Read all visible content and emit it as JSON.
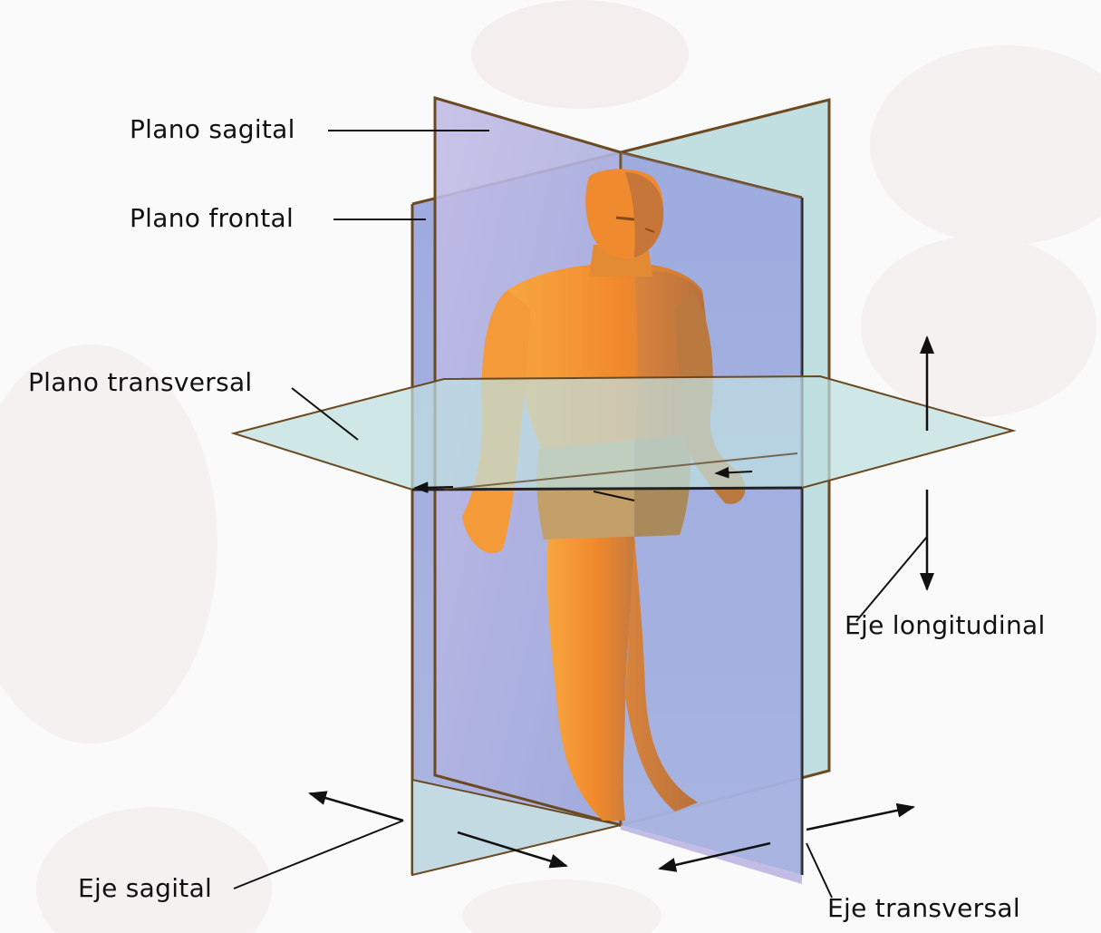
{
  "labels": {
    "sagittal_plane": "Plano sagital",
    "frontal_plane": "Plano frontal",
    "transverse_plane": "Plano transversal",
    "longitudinal_axis": "Eje longitudinal",
    "sagittal_axis": "Eje sagital",
    "transverse_axis": "Eje transversal"
  },
  "colors": {
    "sagittal_plane": "#a9a8dc",
    "frontal_plane": "#8fa4dc",
    "transverse_plane": "#b6d7d9",
    "body": "#f39a3c",
    "plane_edge": "#6b4a22",
    "background": "#fbfafa"
  }
}
